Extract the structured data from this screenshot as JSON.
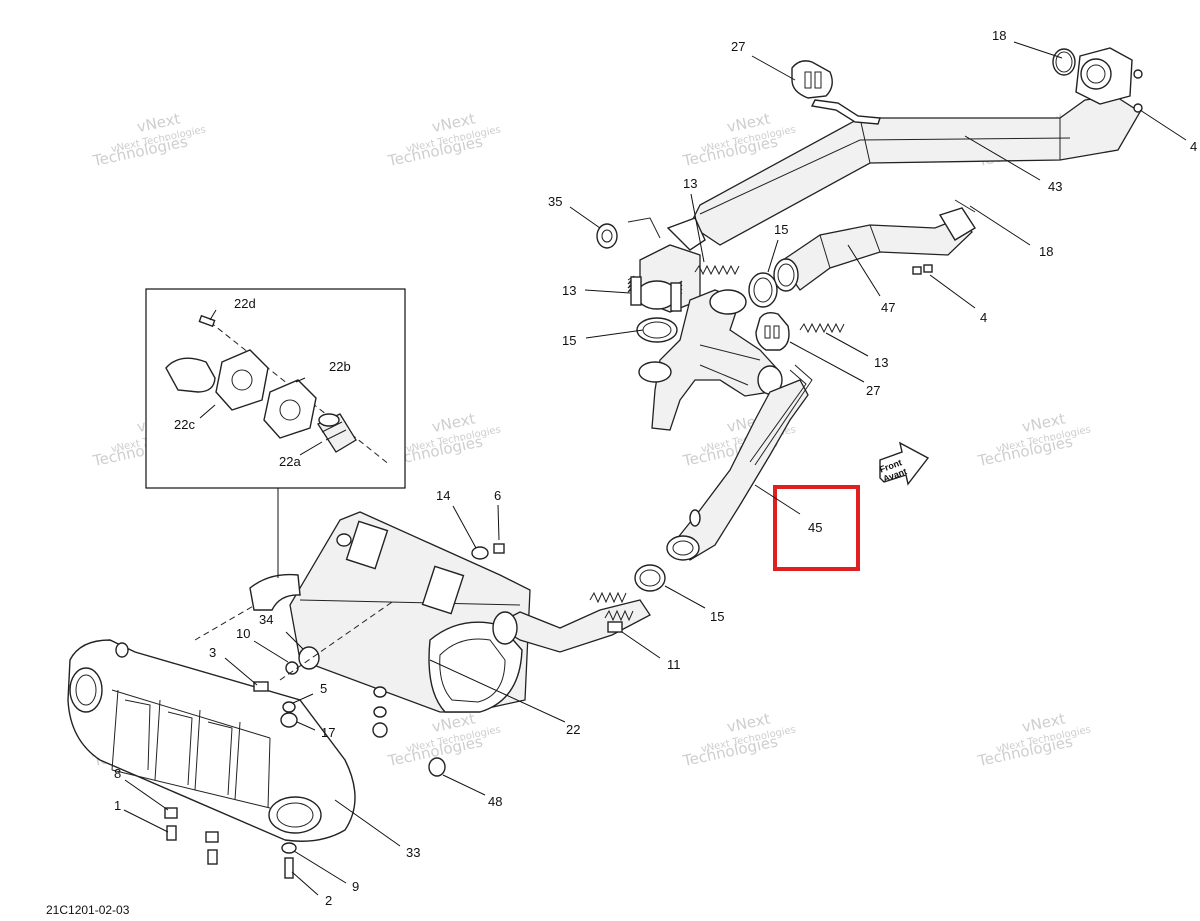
{
  "diagram": {
    "code": "21C1201-02-03",
    "front_label_1": "Front",
    "front_label_2": "Avant",
    "watermark": {
      "line1": "vNext",
      "line2": "Technologies",
      "line3": "vNext Technologies"
    },
    "highlight": {
      "part": "45",
      "color": "#e02020"
    },
    "callouts": {
      "c27a": "27",
      "c18a": "18",
      "c4a": "4",
      "c43": "43",
      "c13a": "13",
      "c35": "35",
      "c15a": "15",
      "c18b": "18",
      "c13b": "13",
      "c47": "47",
      "c4b": "4",
      "c15b": "15",
      "c13c": "13",
      "c27b": "27",
      "c22d": "22d",
      "c22b": "22b",
      "c22c": "22c",
      "c22a": "22a",
      "c14": "14",
      "c6": "6",
      "c45": "45",
      "c15c": "15",
      "c34": "34",
      "c10": "10",
      "c3": "3",
      "c11": "11",
      "c5": "5",
      "c17": "17",
      "c22": "22",
      "c8": "8",
      "c1": "1",
      "c48": "48",
      "c33": "33",
      "c9": "9",
      "c2": "2"
    }
  }
}
